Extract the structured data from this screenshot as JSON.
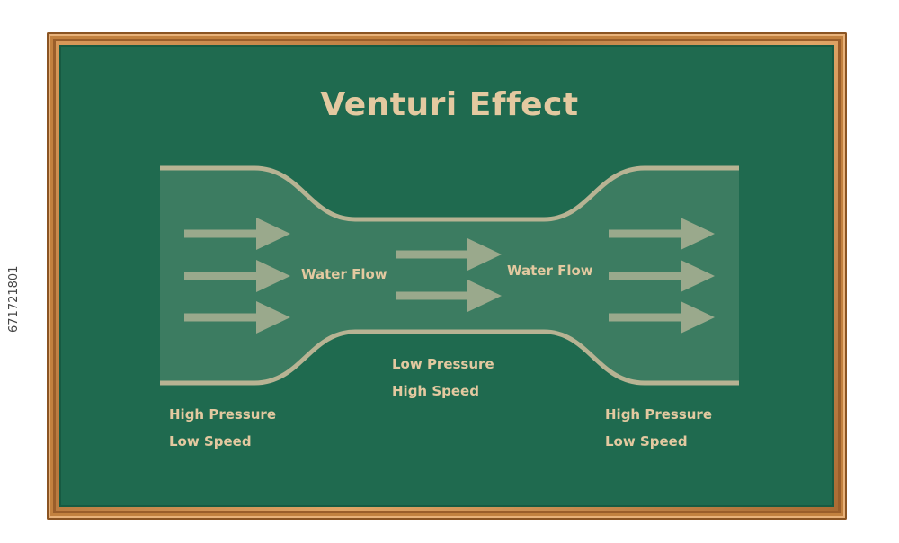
{
  "title": "Venturi Effect",
  "flow_labels": {
    "left": "Water Flow",
    "right": "Water Flow"
  },
  "pressure_labels": {
    "left": [
      "High Pressure",
      "Low Speed"
    ],
    "center": [
      "Low Pressure",
      "High Speed"
    ],
    "right": [
      "High Pressure",
      "Low Speed"
    ]
  },
  "stock_id": "671721801",
  "colors": {
    "board": "#1f6a4f",
    "frame": "#c2813f",
    "text": "#e3c9a0",
    "pipe_outline": "#b7b393",
    "pipe_fill": "#3f7e63",
    "arrow": "#9aa98c"
  }
}
